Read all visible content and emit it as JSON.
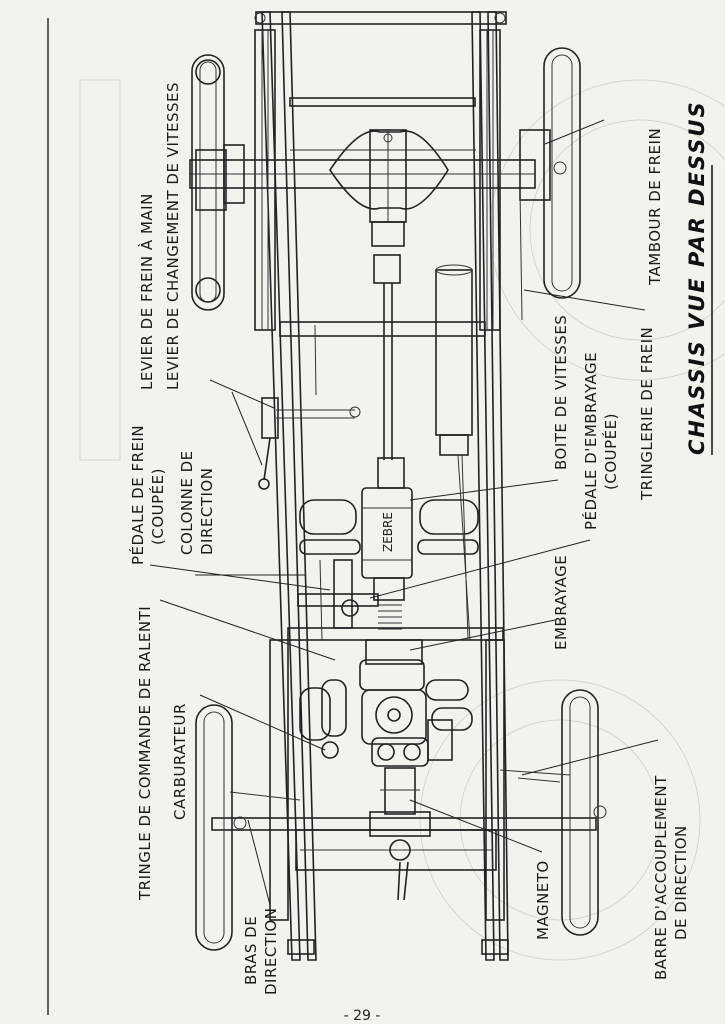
{
  "title": "CHASSIS VUE PAR DESSUS",
  "page_number": "- 29 -",
  "stamp_text": "ZEBRE",
  "labels": {
    "levier_frein_main": "LEVIER DE FREIN À MAIN",
    "levier_vitesses": "LEVIER DE CHANGEMENT DE VITESSES",
    "tambour_frein": "TAMBOUR DE FREIN",
    "tringlerie_frein": "TRINGLERIE DE FREIN",
    "boite_vitesses": "BOITE DE VITESSES",
    "pedale_embrayage_1": "PÉDALE D'EMBRAYAGE",
    "pedale_embrayage_2": "(COUPÉE)",
    "pedale_frein_1": "PÉDALE DE FREIN",
    "pedale_frein_2": "(COUPÉE)",
    "colonne_1": "COLONNE DE",
    "colonne_2": "DIRECTION",
    "embrayage": "EMBRAYAGE",
    "tringle_ralenti": "TRINGLE DE COMMANDE DE RALENTI",
    "carburateur": "CARBURATEUR",
    "bras_1": "BRAS DE",
    "bras_2": "DIRECTION",
    "magneto": "MAGNETO",
    "barre_1": "BARRE D'ACCOUPLEMENT",
    "barre_2": "DE DIRECTION"
  }
}
